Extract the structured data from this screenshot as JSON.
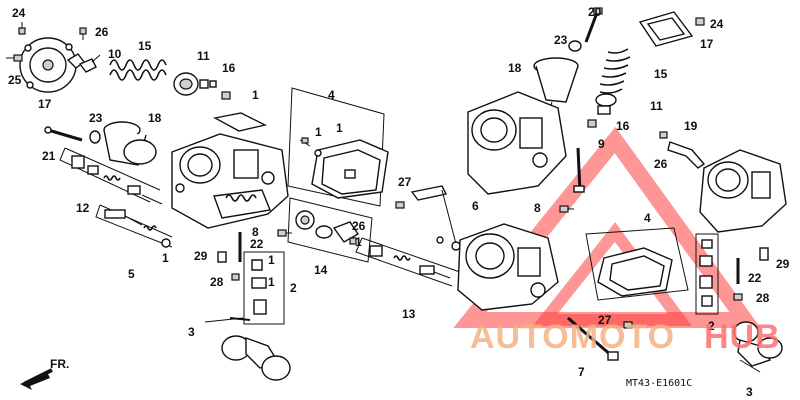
{
  "diagram": {
    "drawing_code": "MT43-E1601C",
    "front_marker": "FR.",
    "watermark": {
      "text_part1": "AUTOMOTO",
      "text_part2": "HUB",
      "color_primary": "#f4b183",
      "color_secondary": "#ff6f6f",
      "triangle_color": "#ff2a2a"
    }
  },
  "callouts": [
    {
      "id": "c24a",
      "label": "24"
    },
    {
      "id": "c26a",
      "label": "26"
    },
    {
      "id": "c10a",
      "label": "10"
    },
    {
      "id": "c25",
      "label": "25"
    },
    {
      "id": "c17a",
      "label": "17"
    },
    {
      "id": "c15a",
      "label": "15"
    },
    {
      "id": "c11a",
      "label": "11"
    },
    {
      "id": "c16a",
      "label": "16"
    },
    {
      "id": "c1a",
      "label": "1"
    },
    {
      "id": "c23a",
      "label": "23"
    },
    {
      "id": "c18a",
      "label": "18"
    },
    {
      "id": "c21",
      "label": "21"
    },
    {
      "id": "c4a",
      "label": "4"
    },
    {
      "id": "c1b",
      "label": "1"
    },
    {
      "id": "c1c",
      "label": "1"
    },
    {
      "id": "c12",
      "label": "12"
    },
    {
      "id": "c5",
      "label": "5"
    },
    {
      "id": "c1d",
      "label": "1"
    },
    {
      "id": "c27a",
      "label": "27"
    },
    {
      "id": "c6",
      "label": "6"
    },
    {
      "id": "c8a",
      "label": "8"
    },
    {
      "id": "c22a",
      "label": "22"
    },
    {
      "id": "c29a",
      "label": "29"
    },
    {
      "id": "c1e",
      "label": "1"
    },
    {
      "id": "c28a",
      "label": "28"
    },
    {
      "id": "c2a",
      "label": "2"
    },
    {
      "id": "c14",
      "label": "14"
    },
    {
      "id": "c26b",
      "label": "26"
    },
    {
      "id": "c1f",
      "label": "1"
    },
    {
      "id": "c13",
      "label": "13"
    },
    {
      "id": "c3a",
      "label": "3"
    },
    {
      "id": "c1g",
      "label": "1"
    },
    {
      "id": "c20",
      "label": "20"
    },
    {
      "id": "c24b",
      "label": "24"
    },
    {
      "id": "c23b",
      "label": "23"
    },
    {
      "id": "c17b",
      "label": "17"
    },
    {
      "id": "c18b",
      "label": "18"
    },
    {
      "id": "c15b",
      "label": "15"
    },
    {
      "id": "c11b",
      "label": "11"
    },
    {
      "id": "c16b",
      "label": "16"
    },
    {
      "id": "c19",
      "label": "19"
    },
    {
      "id": "c9",
      "label": "9"
    },
    {
      "id": "c26c",
      "label": "26"
    },
    {
      "id": "c8b",
      "label": "8"
    },
    {
      "id": "c4b",
      "label": "4"
    },
    {
      "id": "c29b",
      "label": "29"
    },
    {
      "id": "c22b",
      "label": "22"
    },
    {
      "id": "c28b",
      "label": "28"
    },
    {
      "id": "c27b",
      "label": "27"
    },
    {
      "id": "c2b",
      "label": "2"
    },
    {
      "id": "c7",
      "label": "7"
    },
    {
      "id": "c3b",
      "label": "3"
    }
  ]
}
